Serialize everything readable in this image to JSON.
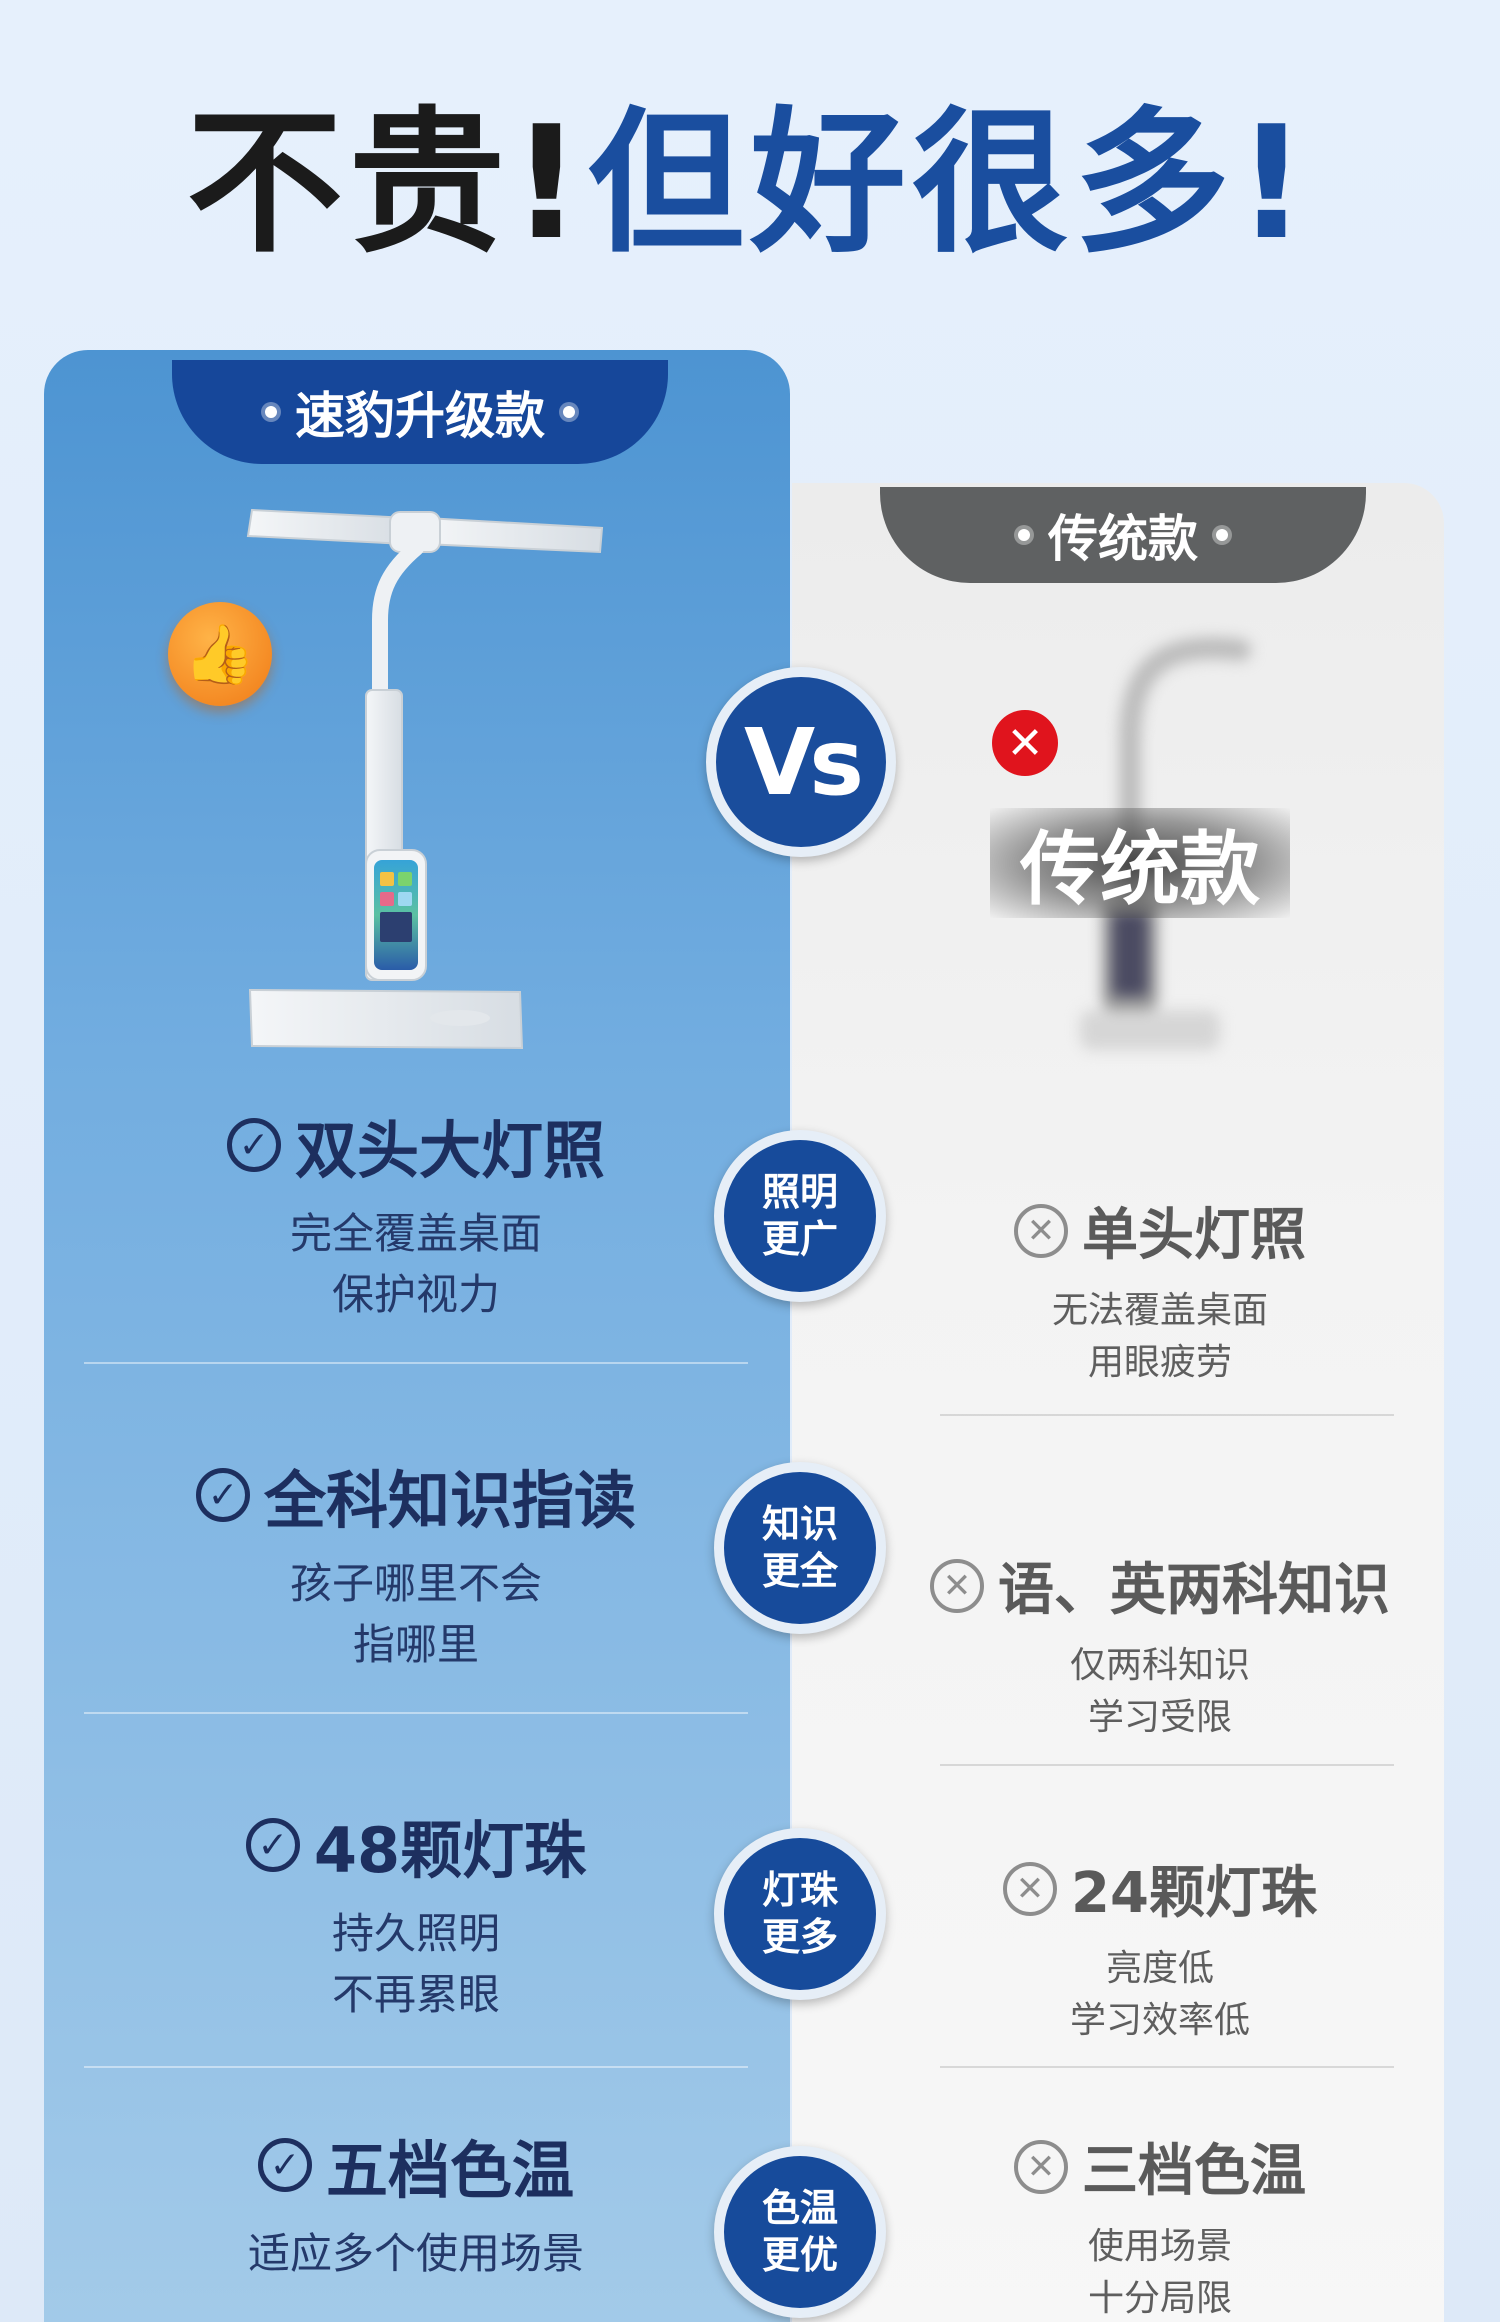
{
  "headline": {
    "part1": "不贵!",
    "part2": "但好很多!"
  },
  "left_panel": {
    "tab_label": "速豹升级款"
  },
  "right_panel": {
    "tab_label": "传统款",
    "product_label": "传统款"
  },
  "vs_label": "Vs",
  "icons": {
    "thumb": "thumbs-up-icon",
    "x": "x-mark-icon",
    "check": "check-circle-icon",
    "cross": "x-circle-icon"
  },
  "colors": {
    "primary_blue": "#1a4e9f",
    "left_panel_blue": "#4d94d2",
    "right_panel_gray": "#ececec",
    "tab_gray": "#5f6162",
    "thumb_orange": "#f07a16",
    "x_red": "#e0141d"
  },
  "comparisons": [
    {
      "bubble": [
        "照明",
        "更广"
      ],
      "left": {
        "title": "双头大灯照",
        "lines": [
          "完全覆盖桌面",
          "保护视力"
        ]
      },
      "right": {
        "title": "单头灯照",
        "lines": [
          "无法覆盖桌面",
          "用眼疲劳"
        ]
      }
    },
    {
      "bubble": [
        "知识",
        "更全"
      ],
      "left": {
        "title": "全科知识指读",
        "lines": [
          "孩子哪里不会",
          "指哪里"
        ]
      },
      "right": {
        "title": "语、英两科知识",
        "lines": [
          "仅两科知识",
          "学习受限"
        ]
      }
    },
    {
      "bubble": [
        "灯珠",
        "更多"
      ],
      "left": {
        "title": "48颗灯珠",
        "lines": [
          "持久照明",
          "不再累眼"
        ]
      },
      "right": {
        "title": "24颗灯珠",
        "lines": [
          "亮度低",
          "学习效率低"
        ]
      }
    },
    {
      "bubble": [
        "色温",
        "更优"
      ],
      "left": {
        "title": "五档色温",
        "lines": [
          "适应多个使用场景"
        ]
      },
      "right": {
        "title": "三档色温",
        "lines": [
          "使用场景",
          "十分局限"
        ]
      }
    }
  ]
}
